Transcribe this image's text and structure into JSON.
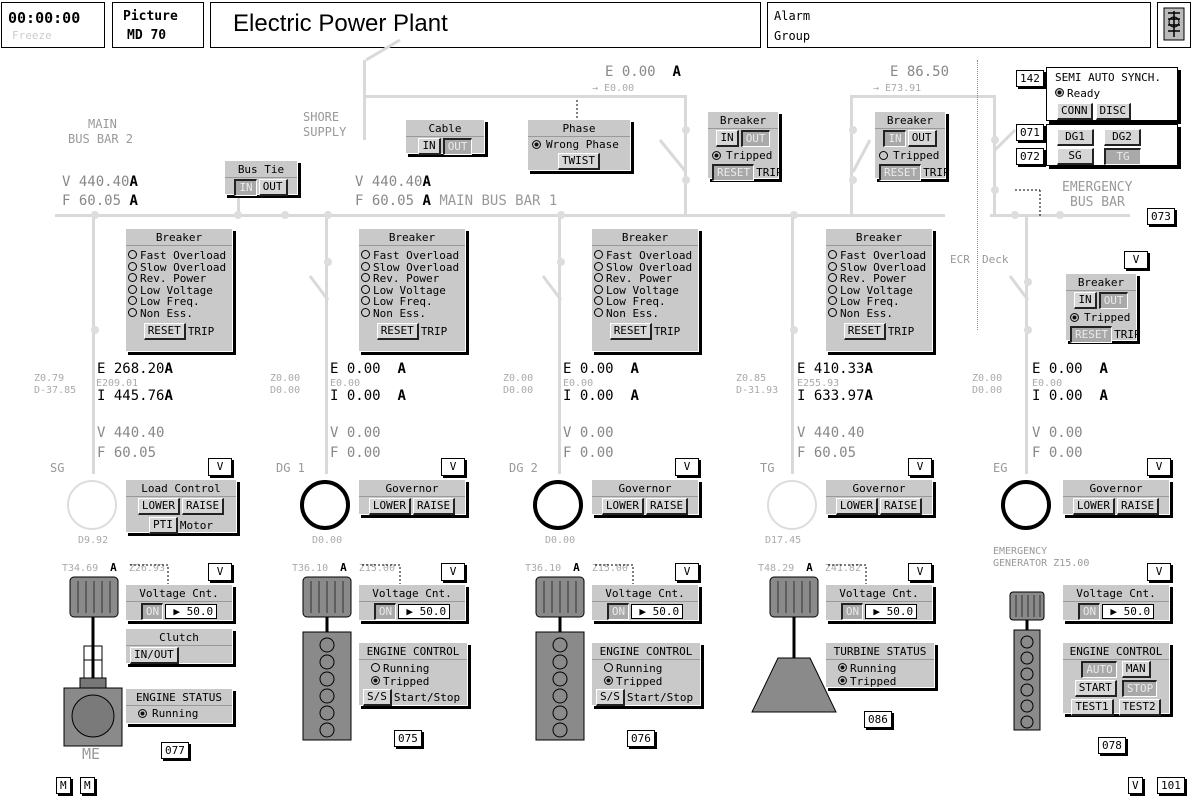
{
  "header": {
    "clock": "00:00:00",
    "freeze": "Freeze",
    "picture_label": "Picture",
    "picture_code": "MD 70",
    "title": "Electric Power Plant",
    "alarm_line1": "Alarm",
    "alarm_line2": "Group"
  },
  "labels": {
    "main_bus_bar_2_a": "MAIN",
    "main_bus_bar_2_b": "BUS BAR 2",
    "shore_a": "SHORE",
    "shore_b": "SUPPLY",
    "main_bus_bar_1": "MAIN BUS BAR 1",
    "emergency_a": "EMERGENCY",
    "emergency_b": "BUS BAR",
    "ecr": "ECR",
    "deck": "Deck",
    "emergency_gen_a": "EMERGENCY",
    "emergency_gen_b": "GENERATOR",
    "me": "ME"
  },
  "common": {
    "breaker": "Breaker",
    "in": "IN",
    "out": "OUT",
    "tripped": "Tripped",
    "reset": "RESET",
    "trip": "TRIP",
    "a": "A",
    "v": "V",
    "lower": "LOWER",
    "raise": "RAISE",
    "governor": "Governor",
    "voltage_cnt": "Voltage Cnt.",
    "on": "ON",
    "voltage_set": "▶ 50.0",
    "running": "Running",
    "fast_overload": "Fast Overload",
    "slow_overload": "Slow Overload",
    "rev_power": "Rev. Power",
    "low_voltage": "Low Voltage",
    "low_freq": "Low Freq.",
    "non_ess": "Non Ess."
  },
  "shore": {
    "e": "E 0.00",
    "e_unit": "A",
    "e_ref": "→ E0.00",
    "cable_title": "Cable",
    "phase_title": "Phase",
    "phase_status": "Wrong Phase",
    "twist": "TWIST"
  },
  "emerg_feed": {
    "e": "E 86.50",
    "e_ref": "→ E73.91"
  },
  "bus_tie": {
    "title": "Bus Tie"
  },
  "bus2": {
    "v": "V 440.40",
    "f": "F 60.05"
  },
  "bus1": {
    "v": "V 440.40",
    "f": "F 60.05"
  },
  "synch": {
    "num": "142",
    "title": "SEMI AUTO SYNCH.",
    "ready": "Ready",
    "conn": "CONN",
    "disc": "DISC",
    "num2": "071",
    "num3": "072",
    "dg1": "DG1",
    "dg2": "DG2",
    "sg": "SG",
    "tg": "TG",
    "num4": "073"
  },
  "gens": [
    {
      "name": "SG",
      "z": "Z0.79",
      "d": "D-37.85",
      "e": "E 268.20",
      "e_ref": "E209.01",
      "i": "I 445.76",
      "v": "V 440.40",
      "f": "F 60.05",
      "dr": "D9.92",
      "t": "T34.69",
      "z2": "Z26.93",
      "num": "077"
    },
    {
      "name": "DG 1",
      "z": "Z0.00",
      "d": "D0.00",
      "e": "E 0.00",
      "e_ref": "E0.00",
      "i": "I 0.00",
      "v": "V 0.00",
      "f": "F 0.00",
      "dr": "D0.00",
      "t": "T36.10",
      "z2": "Z15.00",
      "num": "075"
    },
    {
      "name": "DG 2",
      "z": "Z0.00",
      "d": "D0.00",
      "e": "E 0.00",
      "e_ref": "E0.00",
      "i": "I 0.00",
      "v": "V 0.00",
      "f": "F 0.00",
      "dr": "D0.00",
      "t": "T36.10",
      "z2": "Z15.00",
      "num": "076"
    },
    {
      "name": "TG",
      "z": "Z0.85",
      "d": "D-31.93",
      "e": "E 410.33",
      "e_ref": "E255.93",
      "i": "I 633.97",
      "v": "V 440.40",
      "f": "F 60.05",
      "dr": "D17.45",
      "t": "T48.29",
      "z2": "Z41.82",
      "num": "086"
    },
    {
      "name": "EG",
      "z": "Z0.00",
      "d": "D0.00",
      "e": "E 0.00",
      "e_ref": "E0.00",
      "i": "I 0.00",
      "v": "V 0.00",
      "f": "F 0.00",
      "z2": "Z15.00",
      "num": "078"
    }
  ],
  "sg_panel": {
    "load_control": "Load Control",
    "pti": "PTI",
    "motor": "Motor",
    "clutch": "Clutch",
    "in_out": "IN/OUT",
    "engine_status": "ENGINE STATUS"
  },
  "dg_panel": {
    "engine_control": "ENGINE CONTROL",
    "s_s": "S/S",
    "start_stop": "Start/Stop"
  },
  "tg_panel": {
    "turbine_status": "TURBINE STATUS"
  },
  "eg_panel": {
    "engine_control": "ENGINE CONTROL",
    "auto": "AUTO",
    "man": "MAN",
    "start": "START",
    "stop": "STOP",
    "test1": "TEST1",
    "test2": "TEST2"
  },
  "footer": {
    "m1": "M",
    "m2": "M",
    "v": "V",
    "page": "101"
  }
}
